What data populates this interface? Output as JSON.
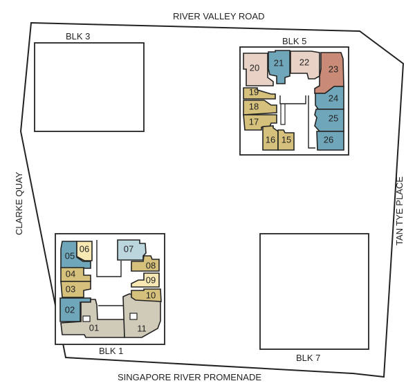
{
  "roads": {
    "north": "RIVER VALLEY ROAD",
    "south": "SINGAPORE RIVER PROMENADE",
    "west": "CLARKE QUAY",
    "east": "TAN TYE PLACE"
  },
  "blocks": {
    "blk3": "BLK 3",
    "blk5": "BLK 5",
    "blk1": "BLK 1",
    "blk7": "BLK 7"
  },
  "colors": {
    "blue": "#6fa6b9",
    "tan": "#d5c07c",
    "pink": "#e8d2c6",
    "terracotta": "#c98b78",
    "light_yellow": "#f7e8b4",
    "light_blue": "#bcd6dd",
    "gray": "#d0cbb9"
  },
  "units": {
    "u01": "01",
    "u02": "02",
    "u03": "03",
    "u04": "04",
    "u05": "05",
    "u06": "06",
    "u07": "07",
    "u08": "08",
    "u09": "09",
    "u10": "10",
    "u11": "11",
    "u15": "15",
    "u16": "16",
    "u17": "17",
    "u18": "18",
    "u19": "19",
    "u20": "20",
    "u21": "21",
    "u22": "22",
    "u23": "23",
    "u24": "24",
    "u25": "25",
    "u26": "26"
  }
}
